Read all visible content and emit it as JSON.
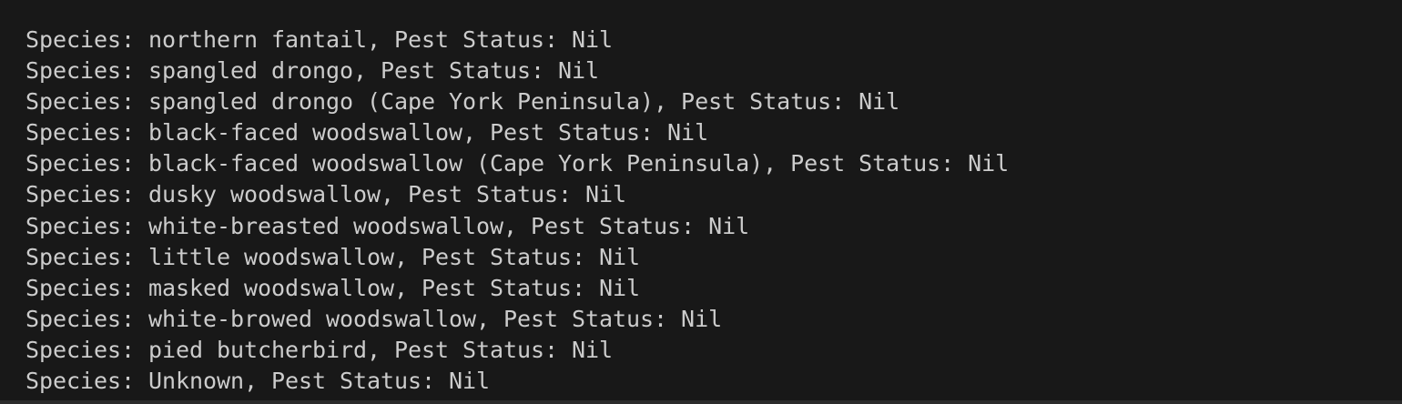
{
  "terminal": {
    "lines": [
      "Species: northern fantail, Pest Status: Nil",
      "Species: spangled drongo, Pest Status: Nil",
      "Species: spangled drongo (Cape York Peninsula), Pest Status: Nil",
      "Species: black-faced woodswallow, Pest Status: Nil",
      "Species: black-faced woodswallow (Cape York Peninsula), Pest Status: Nil",
      "Species: dusky woodswallow, Pest Status: Nil",
      "Species: white-breasted woodswallow, Pest Status: Nil",
      "Species: little woodswallow, Pest Status: Nil",
      "Species: masked woodswallow, Pest Status: Nil",
      "Species: white-browed woodswallow, Pest Status: Nil",
      "Species: pied butcherbird, Pest Status: Nil",
      "Species: Unknown, Pest Status: Nil"
    ]
  },
  "colors": {
    "background": "#181818",
    "text": "#cccccc"
  }
}
